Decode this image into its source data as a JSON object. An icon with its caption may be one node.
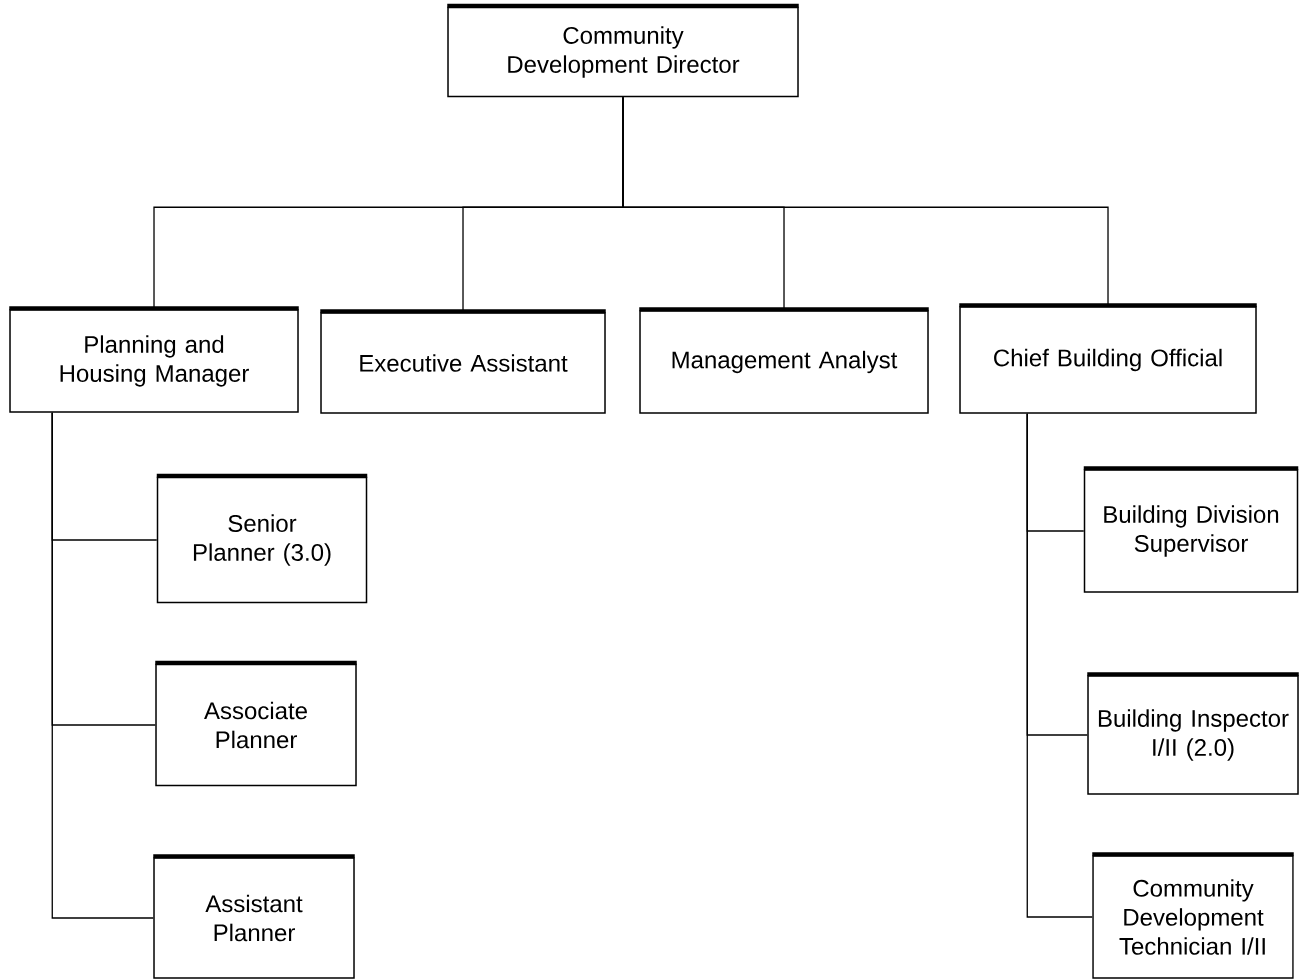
{
  "diagram": {
    "nodes": [
      {
        "text": [
          "Community Development Director"
        ]
      },
      {
        "text": [
          "Planning and Housing Manager"
        ]
      },
      {
        "text": [
          "Executive Assistant"
        ]
      },
      {
        "text": [
          "Management Analyst"
        ]
      },
      {
        "text": [
          "Chief Building Official"
        ]
      },
      {
        "text": [
          "Senior Planner (3.0)"
        ]
      },
      {
        "text": [
          "Associate Planner"
        ]
      },
      {
        "text": [
          "Assistant Planner"
        ]
      },
      {
        "text": [
          "Building Division Supervisor"
        ]
      },
      {
        "text": [
          "Building Inspector I/II (2.0)"
        ]
      },
      {
        "text": [
          "Community Development Technician I/II"
        ]
      }
    ],
    "edges": [
      {
        "from": 0,
        "to": 1,
        "arrow": "none"
      },
      {
        "from": 0,
        "to": 2,
        "arrow": "none"
      },
      {
        "from": 0,
        "to": 3,
        "arrow": "none"
      },
      {
        "from": 0,
        "to": 4,
        "arrow": "none"
      },
      {
        "from": 1,
        "to": 5,
        "arrow": "none"
      },
      {
        "from": 1,
        "to": 6,
        "arrow": "none"
      },
      {
        "from": 1,
        "to": 7,
        "arrow": "none"
      },
      {
        "from": 4,
        "to": 8,
        "arrow": "none"
      },
      {
        "from": 4,
        "to": 9,
        "arrow": "none"
      },
      {
        "from": 4,
        "to": 10,
        "arrow": "none"
      }
    ]
  }
}
